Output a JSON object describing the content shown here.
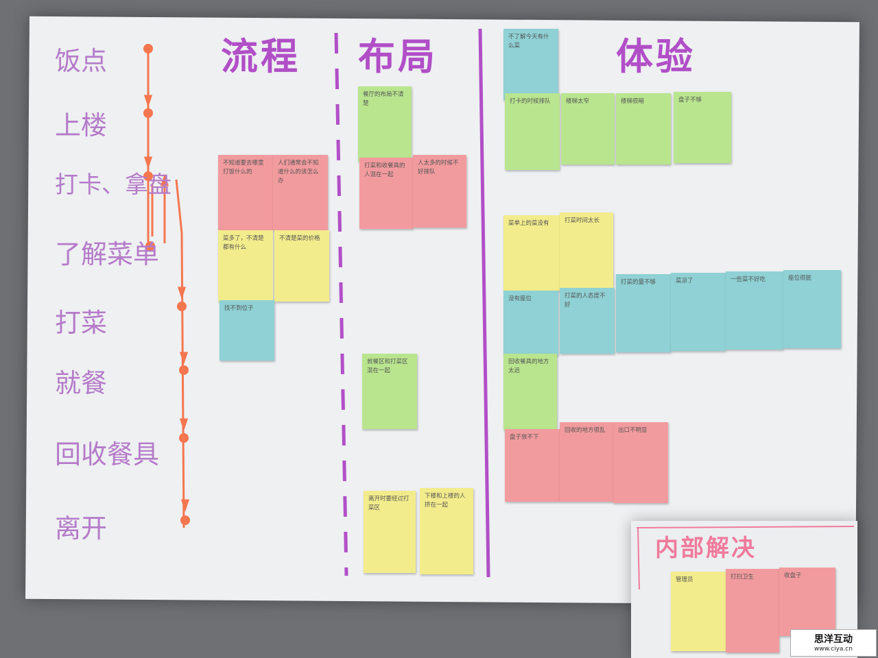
{
  "process_steps": [
    "饭点",
    "上楼",
    "打卡、拿盘",
    "了解菜单",
    "打菜",
    "就餐",
    "回收餐具",
    "离开"
  ],
  "headers": {
    "flow": "流程",
    "layout": "布局",
    "experience": "体验",
    "internal": "内部解决"
  },
  "notes": {
    "flow_1": "不知道要去哪里打饭什么的",
    "flow_2": "人们通常会不知道什么的该怎么办",
    "flow_3": "菜多了，不清楚都有什么",
    "flow_4": "不清楚菜的价格",
    "flow_5": "找不到位子",
    "layout_1": "餐厅的布局不清楚",
    "layout_2": "打菜和收餐具的人混在一起",
    "layout_3": "人太多的时候不好排队",
    "layout_4": "就餐区和打菜区混在一起",
    "layout_5": "离开时要经过打菜区",
    "layout_6": "下楼和上楼的人挤在一起",
    "exp_1": "不了解今天有什么菜",
    "exp_2": "打卡的时候排队",
    "exp_3": "楼梯太窄",
    "exp_4": "楼梯很暗",
    "exp_5": "盘子不够",
    "exp_6": "菜单上的菜没有",
    "exp_7": "打菜时间太长",
    "exp_8": "没有座位",
    "exp_9": "打菜的人态度不好",
    "exp_10": "打菜的量不够",
    "exp_11": "菜凉了",
    "exp_12": "一些菜不好吃",
    "exp_13": "座位很脏",
    "exp_14": "回收餐具的地方太远",
    "exp_15": "盘子放不下",
    "exp_16": "回收的地方很乱",
    "exp_17": "出口不明显",
    "int_1": "管理员",
    "int_2": "打扫卫生",
    "int_3": "收盘子"
  },
  "watermark": {
    "title": "思洋互动",
    "url": "www.ciya.cn"
  },
  "colors": {
    "pink": "#f29b9e",
    "yellow": "#f3ec8c",
    "green": "#b9e58f",
    "blue": "#8fd1d4",
    "purple": "#b14fc7",
    "orange": "#f5764f"
  }
}
